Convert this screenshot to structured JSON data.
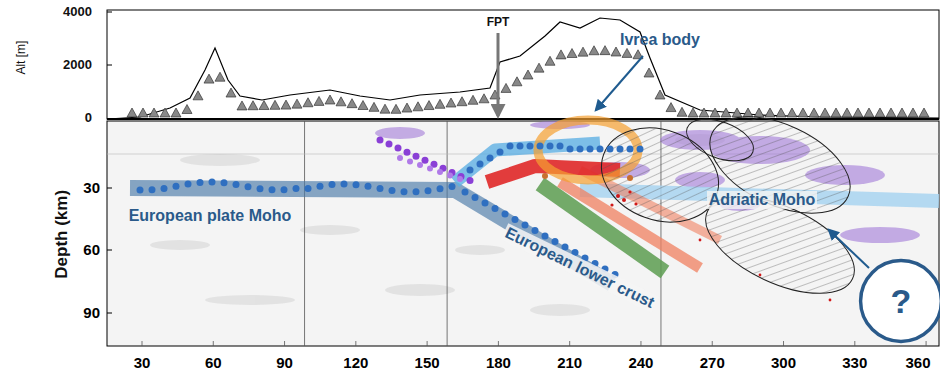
{
  "diagram": {
    "nodes": [
      {
        "text": [
          "?"
        ]
      }
    ],
    "labels": [
      "4000",
      "2000",
      "0",
      "Alt [m]",
      "FPT",
      "Ivrea body",
      "European plate Moho",
      "European lower crust",
      "Adriatic Moho",
      "Depth (km)",
      "30",
      "60",
      "90",
      "30",
      "60",
      "90",
      "120",
      "150",
      "180",
      "210",
      "240",
      "270",
      "300",
      "330",
      "360"
    ]
  }
}
